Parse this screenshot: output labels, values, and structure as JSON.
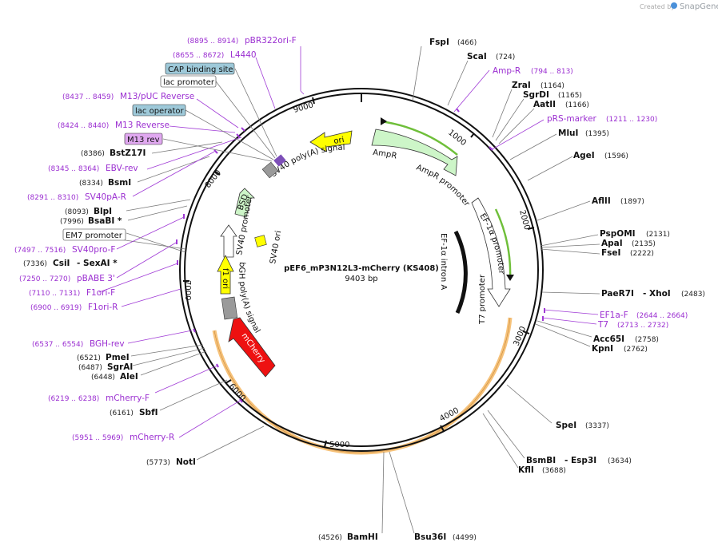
{
  "app": {
    "credit_prefix": "Created by",
    "credit_brand": "SnapGene"
  },
  "map": {
    "title": "pEF6_mP3N12L3-mCherry (KS408)",
    "length_label": "9403 bp",
    "ticks": [
      "1000",
      "2000",
      "3000",
      "4000",
      "5000",
      "6000",
      "7000",
      "8000",
      "9000"
    ]
  },
  "sites": [
    {
      "name": "FspI",
      "pos": "(466)"
    },
    {
      "name": "ScaI",
      "pos": "(724)"
    },
    {
      "name": "ZraI",
      "pos": "(1164)"
    },
    {
      "name": "SgrDI",
      "pos": "(1165)"
    },
    {
      "name": "AatII",
      "pos": "(1166)"
    },
    {
      "name": "MluI",
      "pos": "(1395)"
    },
    {
      "name": "AgeI",
      "pos": "(1596)"
    },
    {
      "name": "AflII",
      "pos": "(1897)"
    },
    {
      "name": "PspOMI",
      "pos": "(2131)"
    },
    {
      "name": "ApaI",
      "pos": "(2135)"
    },
    {
      "name": "FseI",
      "pos": "(2222)"
    },
    {
      "name": "PaeR7I",
      "pos": ""
    },
    {
      "name": "- XhoI",
      "pos": "(2483)"
    },
    {
      "name": "Acc65I",
      "pos": "(2758)"
    },
    {
      "name": "KpnI",
      "pos": "(2762)"
    },
    {
      "name": "SpeI",
      "pos": "(3337)"
    },
    {
      "name": "BsmBI",
      "pos": ""
    },
    {
      "name": "- Esp3I",
      "pos": "(3634)"
    },
    {
      "name": "KflI",
      "pos": "(3688)"
    },
    {
      "name": "Bsu36I",
      "pos": "(4499)"
    },
    {
      "name": "BamHI",
      "pos": "(4526)"
    },
    {
      "name": "NotI",
      "pos": "(5773)"
    },
    {
      "name": "SbfI",
      "pos": "(6161)"
    },
    {
      "name": "AleI",
      "pos": "(6448)"
    },
    {
      "name": "SgrAI",
      "pos": "(6487)"
    },
    {
      "name": "PmeI",
      "pos": "(6521)"
    },
    {
      "name": "CsiI",
      "pos": "(7336)"
    },
    {
      "name": "- SexAI *",
      "pos": ""
    },
    {
      "name": "BsaBI *",
      "pos": "(7996)"
    },
    {
      "name": "BlpI",
      "pos": "(8093)"
    },
    {
      "name": "BsmI",
      "pos": "(8334)"
    },
    {
      "name": "BstZ17I",
      "pos": "(8386)"
    }
  ],
  "primers": [
    {
      "name": "pBR322ori-F",
      "pos": "(8895 .. 8914)"
    },
    {
      "name": "L4440",
      "pos": "(8655 .. 8672)"
    },
    {
      "name": "M13/pUC Reverse",
      "pos": "(8437 .. 8459)"
    },
    {
      "name": "M13 Reverse",
      "pos": "(8424 .. 8440)"
    },
    {
      "name": "EBV-rev",
      "pos": "(8345 .. 8364)"
    },
    {
      "name": "SV40pA-R",
      "pos": "(8291 .. 8310)"
    },
    {
      "name": "SV40pro-F",
      "pos": "(7497 .. 7516)"
    },
    {
      "name": "pBABE 3'",
      "pos": "(7250 .. 7270)"
    },
    {
      "name": "F1ori-F",
      "pos": "(7110 .. 7131)"
    },
    {
      "name": "F1ori-R",
      "pos": "(6900 .. 6919)"
    },
    {
      "name": "BGH-rev",
      "pos": "(6537 .. 6554)"
    },
    {
      "name": "mCherry-F",
      "pos": "(6219 .. 6238)"
    },
    {
      "name": "mCherry-R",
      "pos": "(5951 .. 5969)"
    },
    {
      "name": "Amp-R",
      "pos": "(794 .. 813)"
    },
    {
      "name": "pRS-marker",
      "pos": "(1211 .. 1230)"
    },
    {
      "name": "EF1a-F",
      "pos": "(2644 .. 2664)"
    },
    {
      "name": "T7",
      "pos": "(2713 .. 2732)"
    }
  ],
  "boxed": [
    {
      "name": "CAP binding site",
      "fill": "#9ec9d9"
    },
    {
      "name": "lac promoter",
      "fill": "#ffffff"
    },
    {
      "name": "lac operator",
      "fill": "#9ec9d9"
    },
    {
      "name": "M13 rev",
      "fill": "#e0a8f0"
    },
    {
      "name": "EM7 promoter",
      "fill": "#ffffff"
    }
  ],
  "features": {
    "ori": "ori",
    "sv40_pa_top": "SV40 poly(A) signal",
    "ampr": "AmpR",
    "ampr_promoter": "AmpR promoter",
    "ef1a_promoter": "EF-1α promoter",
    "ef1a_intron": "EF-1α intron A",
    "t7_promoter": "T7 promoter",
    "bsd": "BSD",
    "sv40_promoter": "SV40 promoter",
    "sv40_ori": "SV40 ori",
    "f1_ori": "f1 ori",
    "bgh": "bGH poly(A) signal",
    "mcherry": "mCherry"
  },
  "colors": {
    "ori": "#ffff00",
    "ampr": "#cdf5c8",
    "green_line": "#6fbf3a",
    "mcherry": "#ee1111",
    "orange_band": "#f6c27a",
    "primer": "#a03bd6",
    "gray": "#9a9a9a"
  }
}
